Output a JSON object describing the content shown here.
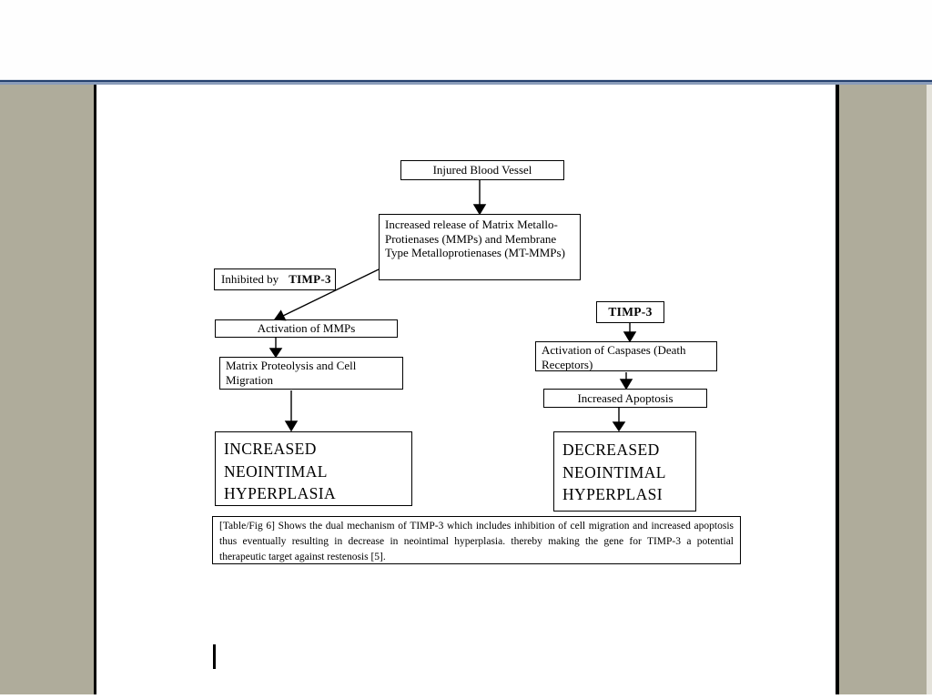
{
  "window": {
    "view": "document print layout",
    "caret": "text-insertion-cursor"
  },
  "colors": {
    "divider_navy": "#24406e",
    "divider_steel": "#8a9cba",
    "pasteboard_gray": "#afac9b",
    "page_white": "#ffffff",
    "line_black": "#000000"
  },
  "diagram": {
    "injured_vessel": "Injured Blood Vessel",
    "mmp_release": "Increased release of Matrix Metallo-Protienases (MMPs) and Membrane Type Metalloprotienases (MT-MMPs)",
    "inhibited_by": "Inhibited by",
    "inhibited_by_agent": "TIMP-3",
    "activation_mmps": "Activation of MMPs",
    "matrix_proteolysis": "Matrix Proteolysis and Cell Migration",
    "increased_hyperplasia": "INCREASED NEOINTIMAL HYPERPLASIA",
    "timp3": "TIMP-3",
    "caspases": "Activation of Caspases (Death Receptors)",
    "apoptosis": "Increased Apoptosis",
    "decreased_hyperplasia": "DECREASED NEOINTIMAL HYPERPLASI",
    "caption": "[Table/Fig 6]  Shows the dual mechanism of TIMP-3 which includes inhibition of cell migration and increased apoptosis thus eventually resulting in decrease in neointimal hyperplasia. thereby making the gene for TIMP-3 a potential therapeutic target against restenosis [5]."
  }
}
